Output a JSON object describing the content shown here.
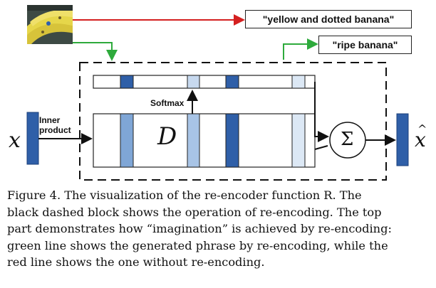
{
  "figure": {
    "labels": {
      "without_reencoding": "\"yellow and dotted banana\"",
      "with_reencoding": "\"ripe banana\""
    },
    "softmax": "Softmax",
    "inner_product_line1": "Inner",
    "inner_product_line2": "product",
    "input_symbol": "x",
    "output_symbol": "x",
    "output_hat": "^",
    "dictionary_symbol": "D",
    "sum_symbol": "Σ",
    "colors": {
      "red_line": "#d42020",
      "green_line": "#2eaa3c",
      "dark_blue": "#2f5fa8",
      "mid_blue": "#7fa6d6",
      "light_blue": "#c7d9ef"
    }
  },
  "caption": {
    "line1": "Figure 4. The visualization of the re-encoder function R.  The",
    "line2": "black dashed block shows the operation of re-encoding.  The top",
    "line3": "part demonstrates how “imagination” is achieved by re-encoding:",
    "line4": "green line shows the generated phrase by re-encoding, while the",
    "line5": "red line shows the one without re-encoding."
  }
}
